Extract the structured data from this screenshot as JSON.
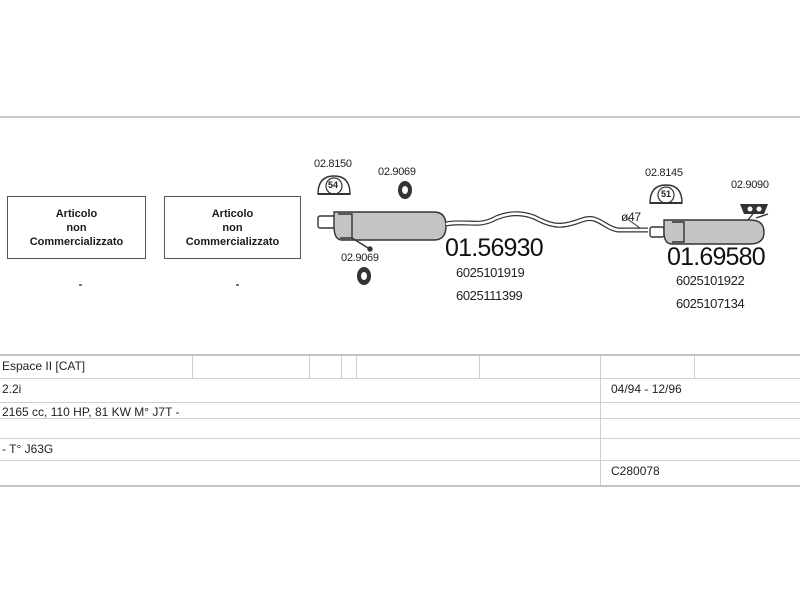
{
  "boxes": [
    {
      "line1": "Articolo",
      "line2": "non",
      "line3": "Commercializzato"
    },
    {
      "line1": "Articolo",
      "line2": "non",
      "line3": "Commercializzato"
    }
  ],
  "parts": {
    "hanger_front": {
      "ref": "02.8150",
      "badge": "54"
    },
    "rubber_front_top": {
      "ref": "02.9069"
    },
    "rubber_front_bottom": {
      "ref": "02.9069"
    },
    "hanger_rear": {
      "ref": "02.8145",
      "badge": "51"
    },
    "rubber_rear": {
      "ref": "02.9090"
    },
    "diameter": "ø47",
    "front_silencer": {
      "code": "01.56930",
      "oe1": "6025101919",
      "oe2": "6025111399"
    },
    "rear_silencer": {
      "code": "01.69580",
      "oe1": "6025101922",
      "oe2": "6025107134"
    }
  },
  "table": {
    "model": "Espace II  [CAT]",
    "engine": "2.2i",
    "years": "04/94 - 12/96",
    "specs": "2165 cc, 110 HP, 81 KW M° J7T -",
    "type": "- T° J63G",
    "catalog": "C280078"
  },
  "colors": {
    "line": "#c8c8c8",
    "drawing": "#333333",
    "part_fill": "#bdbdbd"
  }
}
